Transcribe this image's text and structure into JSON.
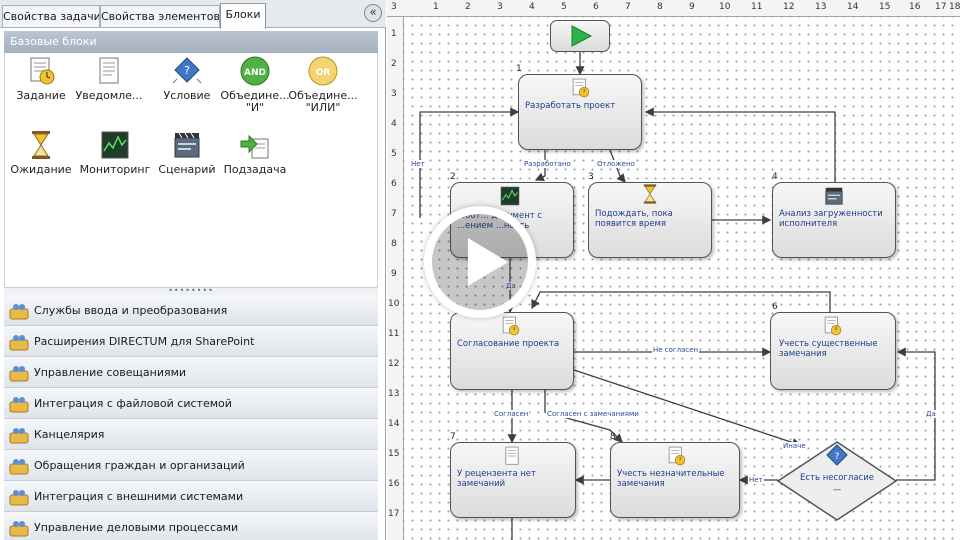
{
  "tabs": [
    {
      "label": "Свойства задачи",
      "active": false
    },
    {
      "label": "Свойства элементов",
      "active": false
    },
    {
      "label": "Блоки",
      "active": true
    }
  ],
  "collapse_glyph": "«",
  "blocks_panel": {
    "title": "Базовые блоки",
    "items": [
      {
        "label": "Задание",
        "icon": "task-icon"
      },
      {
        "label": "Уведомле...",
        "icon": "notification-icon"
      },
      {
        "label": "Условие",
        "icon": "condition-icon"
      },
      {
        "label": "Объедине...\n\"И\"",
        "icon": "and-join-icon"
      },
      {
        "label": "Объедине...\n\"ИЛИ\"",
        "icon": "or-join-icon"
      },
      {
        "label": "Ожидание",
        "icon": "hourglass-icon"
      },
      {
        "label": "Мониторинг",
        "icon": "monitoring-icon"
      },
      {
        "label": "Сценарий",
        "icon": "script-icon"
      },
      {
        "label": "Подзадача",
        "icon": "subtask-icon"
      }
    ],
    "and_badge": "AND",
    "or_badge": "OR"
  },
  "splitter_grip": "••••••••",
  "groups": [
    "Службы ввода и преобразования",
    "Расширения DIRECTUM для SharePoint",
    "Управление совещаниями",
    "Интеграция с файловой системой",
    "Канцелярия",
    "Обращения граждан и организаций",
    "Интеграция с внешними системами",
    "Управление деловыми процессами"
  ],
  "ruler_top_numbers": [
    "3",
    "1",
    "2",
    "3",
    "4",
    "5",
    "6",
    "7",
    "8",
    "9",
    "10",
    "11",
    "12",
    "13",
    "14",
    "15",
    "16",
    "17",
    "18"
  ],
  "ruler_left_numbers": [
    "1",
    "2",
    "3",
    "4",
    "5",
    "6",
    "7",
    "8",
    "9",
    "10",
    "11",
    "12",
    "13",
    "14",
    "15",
    "16",
    "17"
  ],
  "diagram": {
    "nodes": [
      {
        "id": "1",
        "num": "1",
        "label": "Разработать проект",
        "icon": "task-icon"
      },
      {
        "id": "2",
        "num": "2",
        "label": "...бот... документ с ...ением ...ность",
        "icon": "monitoring-icon"
      },
      {
        "id": "3",
        "num": "3",
        "label": "Подождать, пока появится время",
        "icon": "hourglass-icon"
      },
      {
        "id": "4",
        "num": "4",
        "label": "Анализ загруженности исполнителя",
        "icon": "script-icon"
      },
      {
        "id": "5",
        "num": "",
        "label": "Согласование проекта",
        "icon": "task-icon"
      },
      {
        "id": "6",
        "num": "6",
        "label": "Учесть существенные замечания",
        "icon": "task-icon"
      },
      {
        "id": "7",
        "num": "7",
        "label": "У рецензента нет замечаний",
        "icon": "notification-icon"
      },
      {
        "id": "8",
        "num": "8",
        "label": "Учесть незначительные замечания",
        "icon": "task-icon"
      },
      {
        "id": "9",
        "num": "",
        "label": "Есть несогласие",
        "icon": "condition-icon"
      }
    ],
    "edge_labels": {
      "net_top": "Нет",
      "razrabotano": "Разработано",
      "otlozheno": "Отложено",
      "da_mid": "Да",
      "ne_soglasen": "Не согласен",
      "soglasen": "Согласен",
      "soglasen_zam": "Согласен с замечаниями",
      "inache": "Иначе",
      "da_right": "Да",
      "net_bottom": "Нет"
    }
  },
  "colors": {
    "accent_text": "#1e3e8c",
    "start_green": "#2db34a",
    "edge": "#3c4043"
  },
  "play_button_icon": "play-icon"
}
